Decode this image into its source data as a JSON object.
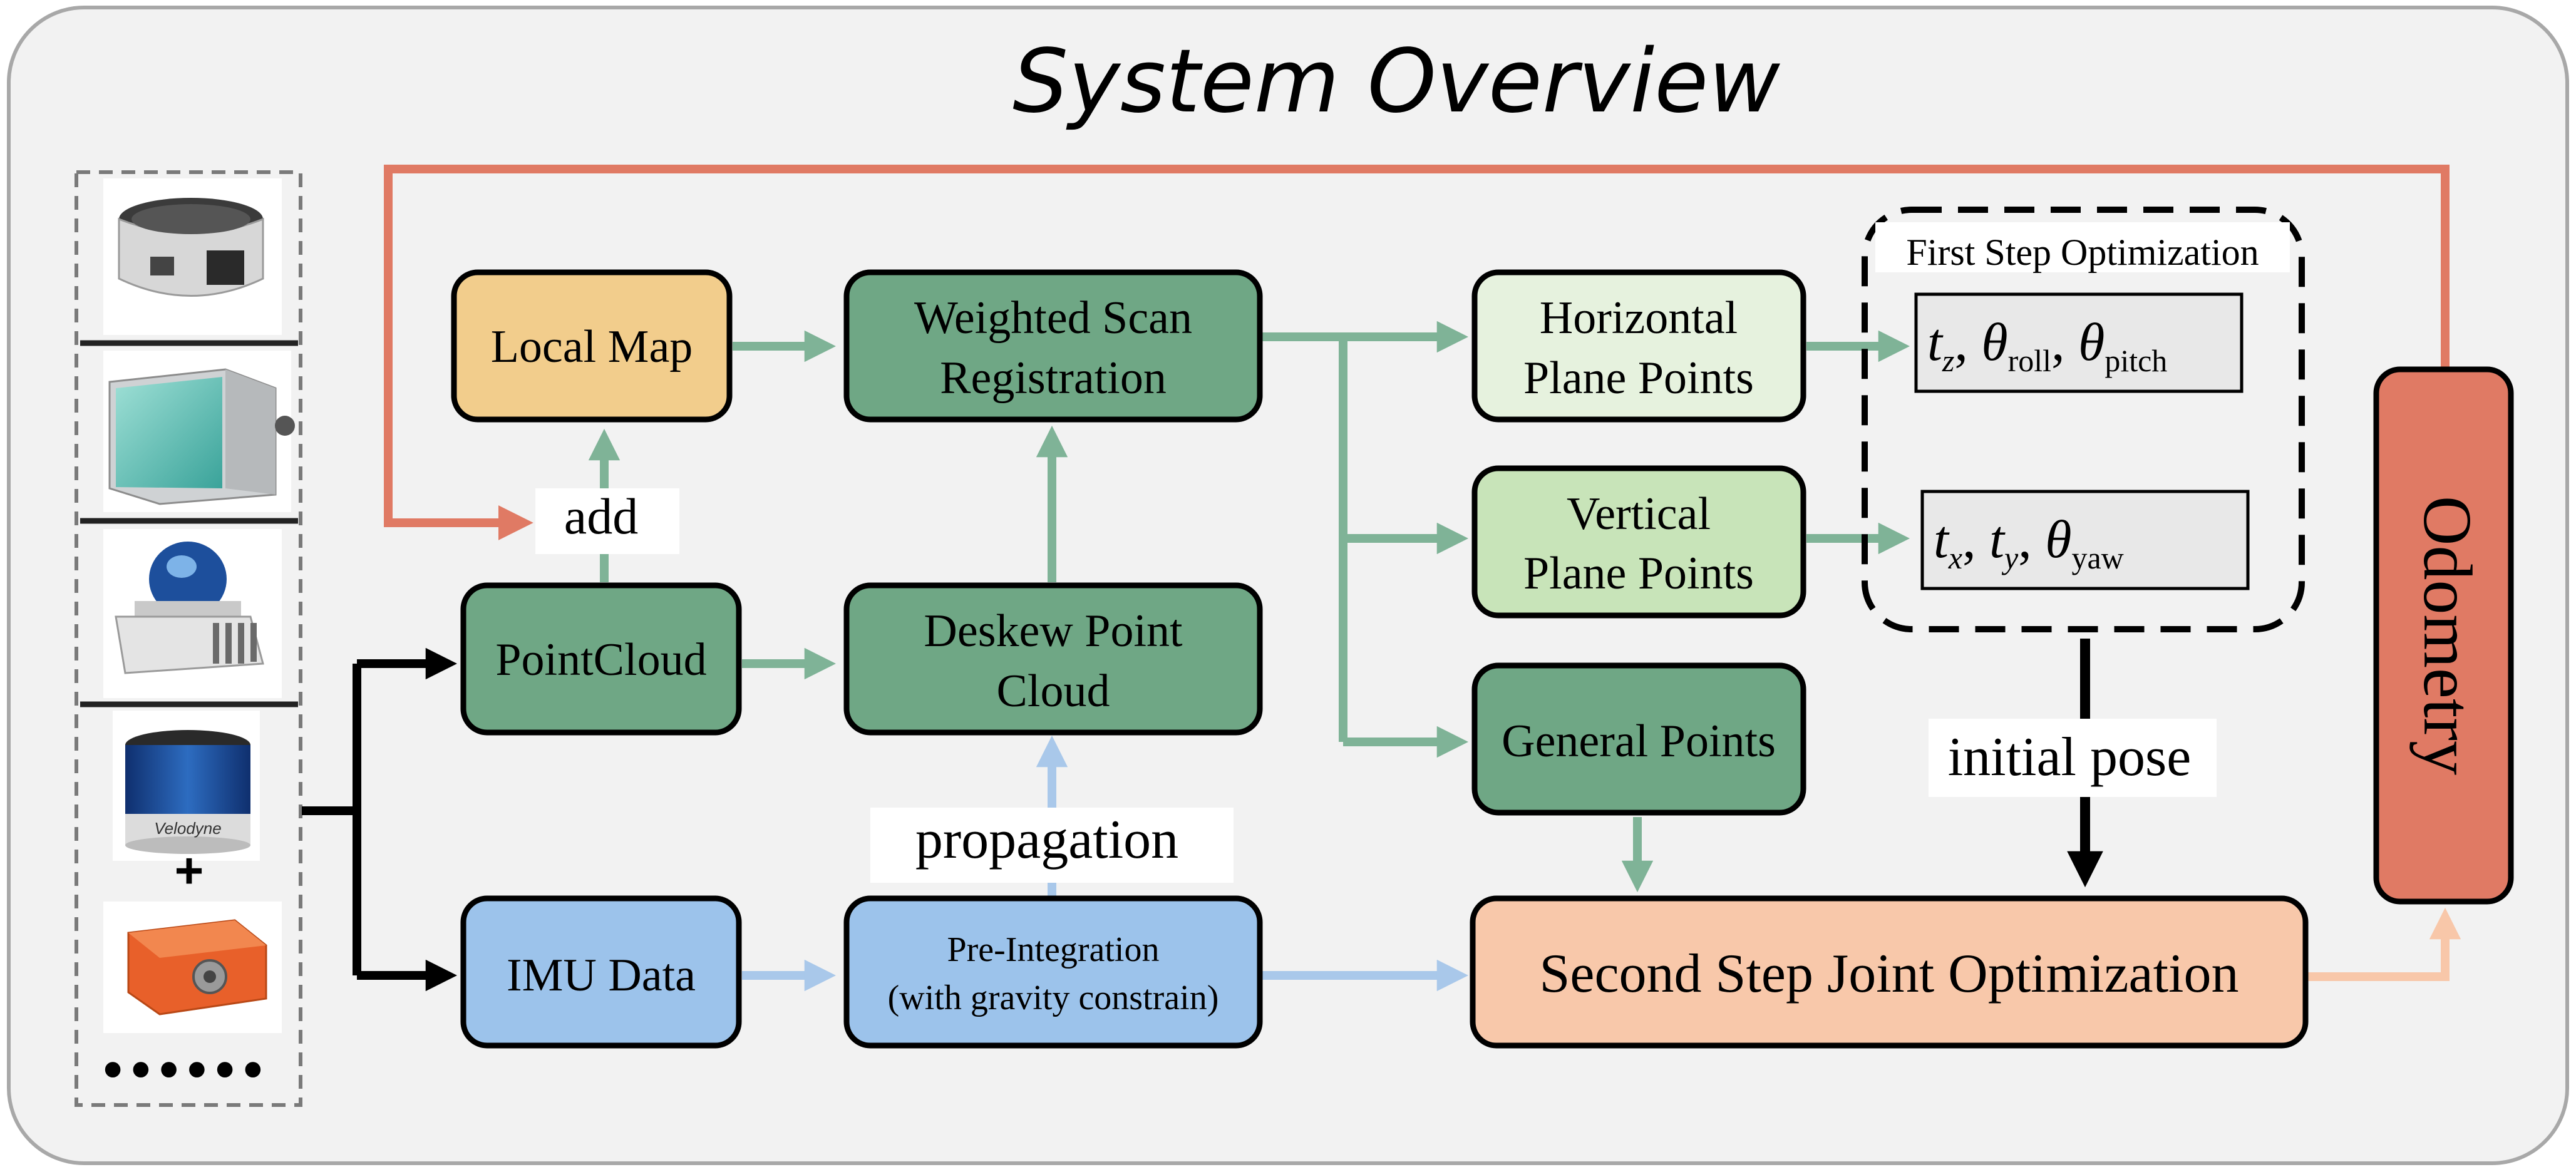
{
  "title": "System Overview",
  "colors": {
    "background": "#f2f2f2",
    "frame": "#a8a8a8",
    "orange_feedback": "#e07a64",
    "green_arrow": "#7fb397",
    "blue_arrow": "#a9c8ea",
    "peach_arrow": "#f8c7a9",
    "local_map": "#f2cd8c",
    "dark_green": "#6fa785",
    "light_green": "#e6f2de",
    "mid_green": "#c8e4b9",
    "blue_box": "#9cc3eb",
    "peach_box": "#f8c8aa",
    "odometry": "#e07a64",
    "formula_box": "#e8e8e8"
  },
  "sensors": {
    "icons": [
      "livox-mid360-icon",
      "livox-avia-icon",
      "livox-hap-icon",
      "velodyne-icon",
      "imu-icon"
    ],
    "plus": "+",
    "ellipsis": "••••••"
  },
  "nodes": {
    "local_map": "Local Map",
    "weighted_scan": [
      "Weighted Scan",
      "Registration"
    ],
    "pointcloud": "PointCloud",
    "deskew": [
      "Deskew Point",
      "Cloud"
    ],
    "imu_data": "IMU Data",
    "preintegration": [
      "Pre-Integration",
      "(with gravity constrain)"
    ],
    "horizontal": [
      "Horizontal",
      "Plane Points"
    ],
    "vertical": [
      "Vertical",
      "Plane Points"
    ],
    "general": "General Points",
    "second_step": "Second Step Joint Optimization",
    "odometry": "Odometry"
  },
  "labels": {
    "add": "add",
    "propagation": "propagation",
    "initial_pose": "initial pose",
    "first_step": "First Step Optimization"
  },
  "formulas": {
    "top": {
      "t": "t",
      "t_sub": "z",
      "theta1": "θ",
      "theta1_sub": "roll",
      "theta2": "θ",
      "theta2_sub": "pitch",
      "sep": ","
    },
    "bottom": {
      "t1": "t",
      "t1_sub": "x",
      "t2": "t",
      "t2_sub": "y",
      "theta": "θ",
      "theta_sub": "yaw",
      "sep": ","
    }
  }
}
